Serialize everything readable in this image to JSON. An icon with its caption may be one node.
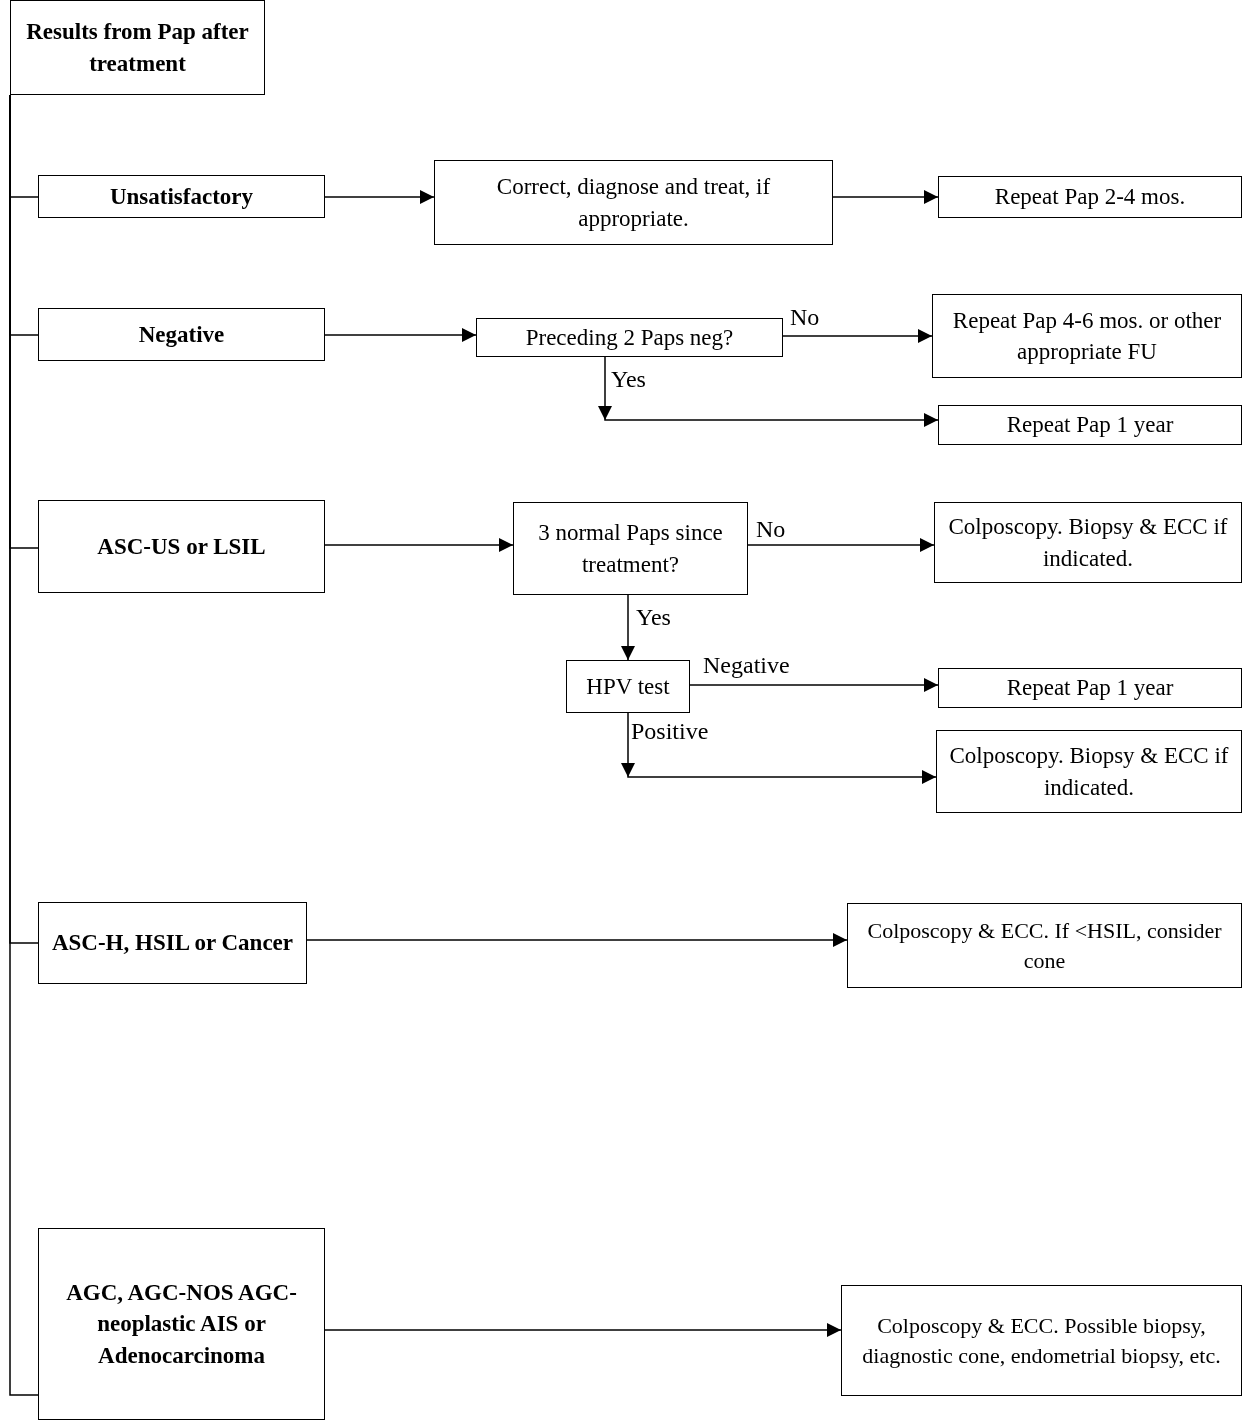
{
  "diagram": {
    "nodes": [
      {
        "text": [
          "Results from Pap after treatment"
        ]
      },
      {
        "text": [
          "Unsatisfactory"
        ]
      },
      {
        "text": [
          "Correct, diagnose and treat, if appropriate."
        ]
      },
      {
        "text": [
          "Repeat Pap 2-4 mos."
        ]
      },
      {
        "text": [
          "Negative"
        ]
      },
      {
        "text": [
          "Preceding 2 Paps neg?"
        ]
      },
      {
        "text": [
          "Repeat Pap 4-6 mos. or other appropriate FU"
        ]
      },
      {
        "text": [
          "Repeat Pap 1 year"
        ]
      },
      {
        "text": [
          "ASC-US or LSIL"
        ]
      },
      {
        "text": [
          "3 normal Paps since treatment?"
        ]
      },
      {
        "text": [
          "Colposcopy.   Biopsy & ECC if indicated."
        ]
      },
      {
        "text": [
          "HPV test"
        ]
      },
      {
        "text": [
          "Repeat Pap 1 year"
        ]
      },
      {
        "text": [
          "Colposcopy.   Biopsy & ECC if indicated."
        ]
      },
      {
        "text": [
          "ASC-H, HSIL or Cancer"
        ]
      },
      {
        "text": [
          "Colposcopy & ECC. If <HSIL, consider cone"
        ]
      },
      {
        "text": [
          "AGC, AGC-NOS AGC-neoplastic AIS or Adenocarcinoma"
        ]
      },
      {
        "text": [
          "Colposcopy & ECC. Possible biopsy, diagnostic cone, endometrial biopsy, etc."
        ]
      }
    ],
    "edges": [
      {
        "from": 0,
        "to": 1,
        "arrow": "none"
      },
      {
        "from": 0,
        "to": 4,
        "arrow": "none"
      },
      {
        "from": 0,
        "to": 8,
        "arrow": "none"
      },
      {
        "from": 0,
        "to": 14,
        "arrow": "none"
      },
      {
        "from": 0,
        "to": 16,
        "arrow": "none"
      },
      {
        "from": 1,
        "to": 2,
        "arrow": "to"
      },
      {
        "from": 2,
        "to": 3,
        "arrow": "to"
      },
      {
        "from": 4,
        "to": 5,
        "arrow": "to"
      },
      {
        "from": 5,
        "to": 6,
        "arrow": "to",
        "label": "No"
      },
      {
        "from": 5,
        "to": 7,
        "arrow": "to",
        "label": "Yes"
      },
      {
        "from": 8,
        "to": 9,
        "arrow": "to"
      },
      {
        "from": 9,
        "to": 10,
        "arrow": "to",
        "label": "No"
      },
      {
        "from": 9,
        "to": 11,
        "arrow": "to",
        "label": "Yes"
      },
      {
        "from": 11,
        "to": 12,
        "arrow": "to",
        "label": "Negative"
      },
      {
        "from": 11,
        "to": 13,
        "arrow": "to",
        "label": "Positive"
      },
      {
        "from": 14,
        "to": 15,
        "arrow": "to"
      },
      {
        "from": 16,
        "to": 17,
        "arrow": "to"
      }
    ]
  }
}
